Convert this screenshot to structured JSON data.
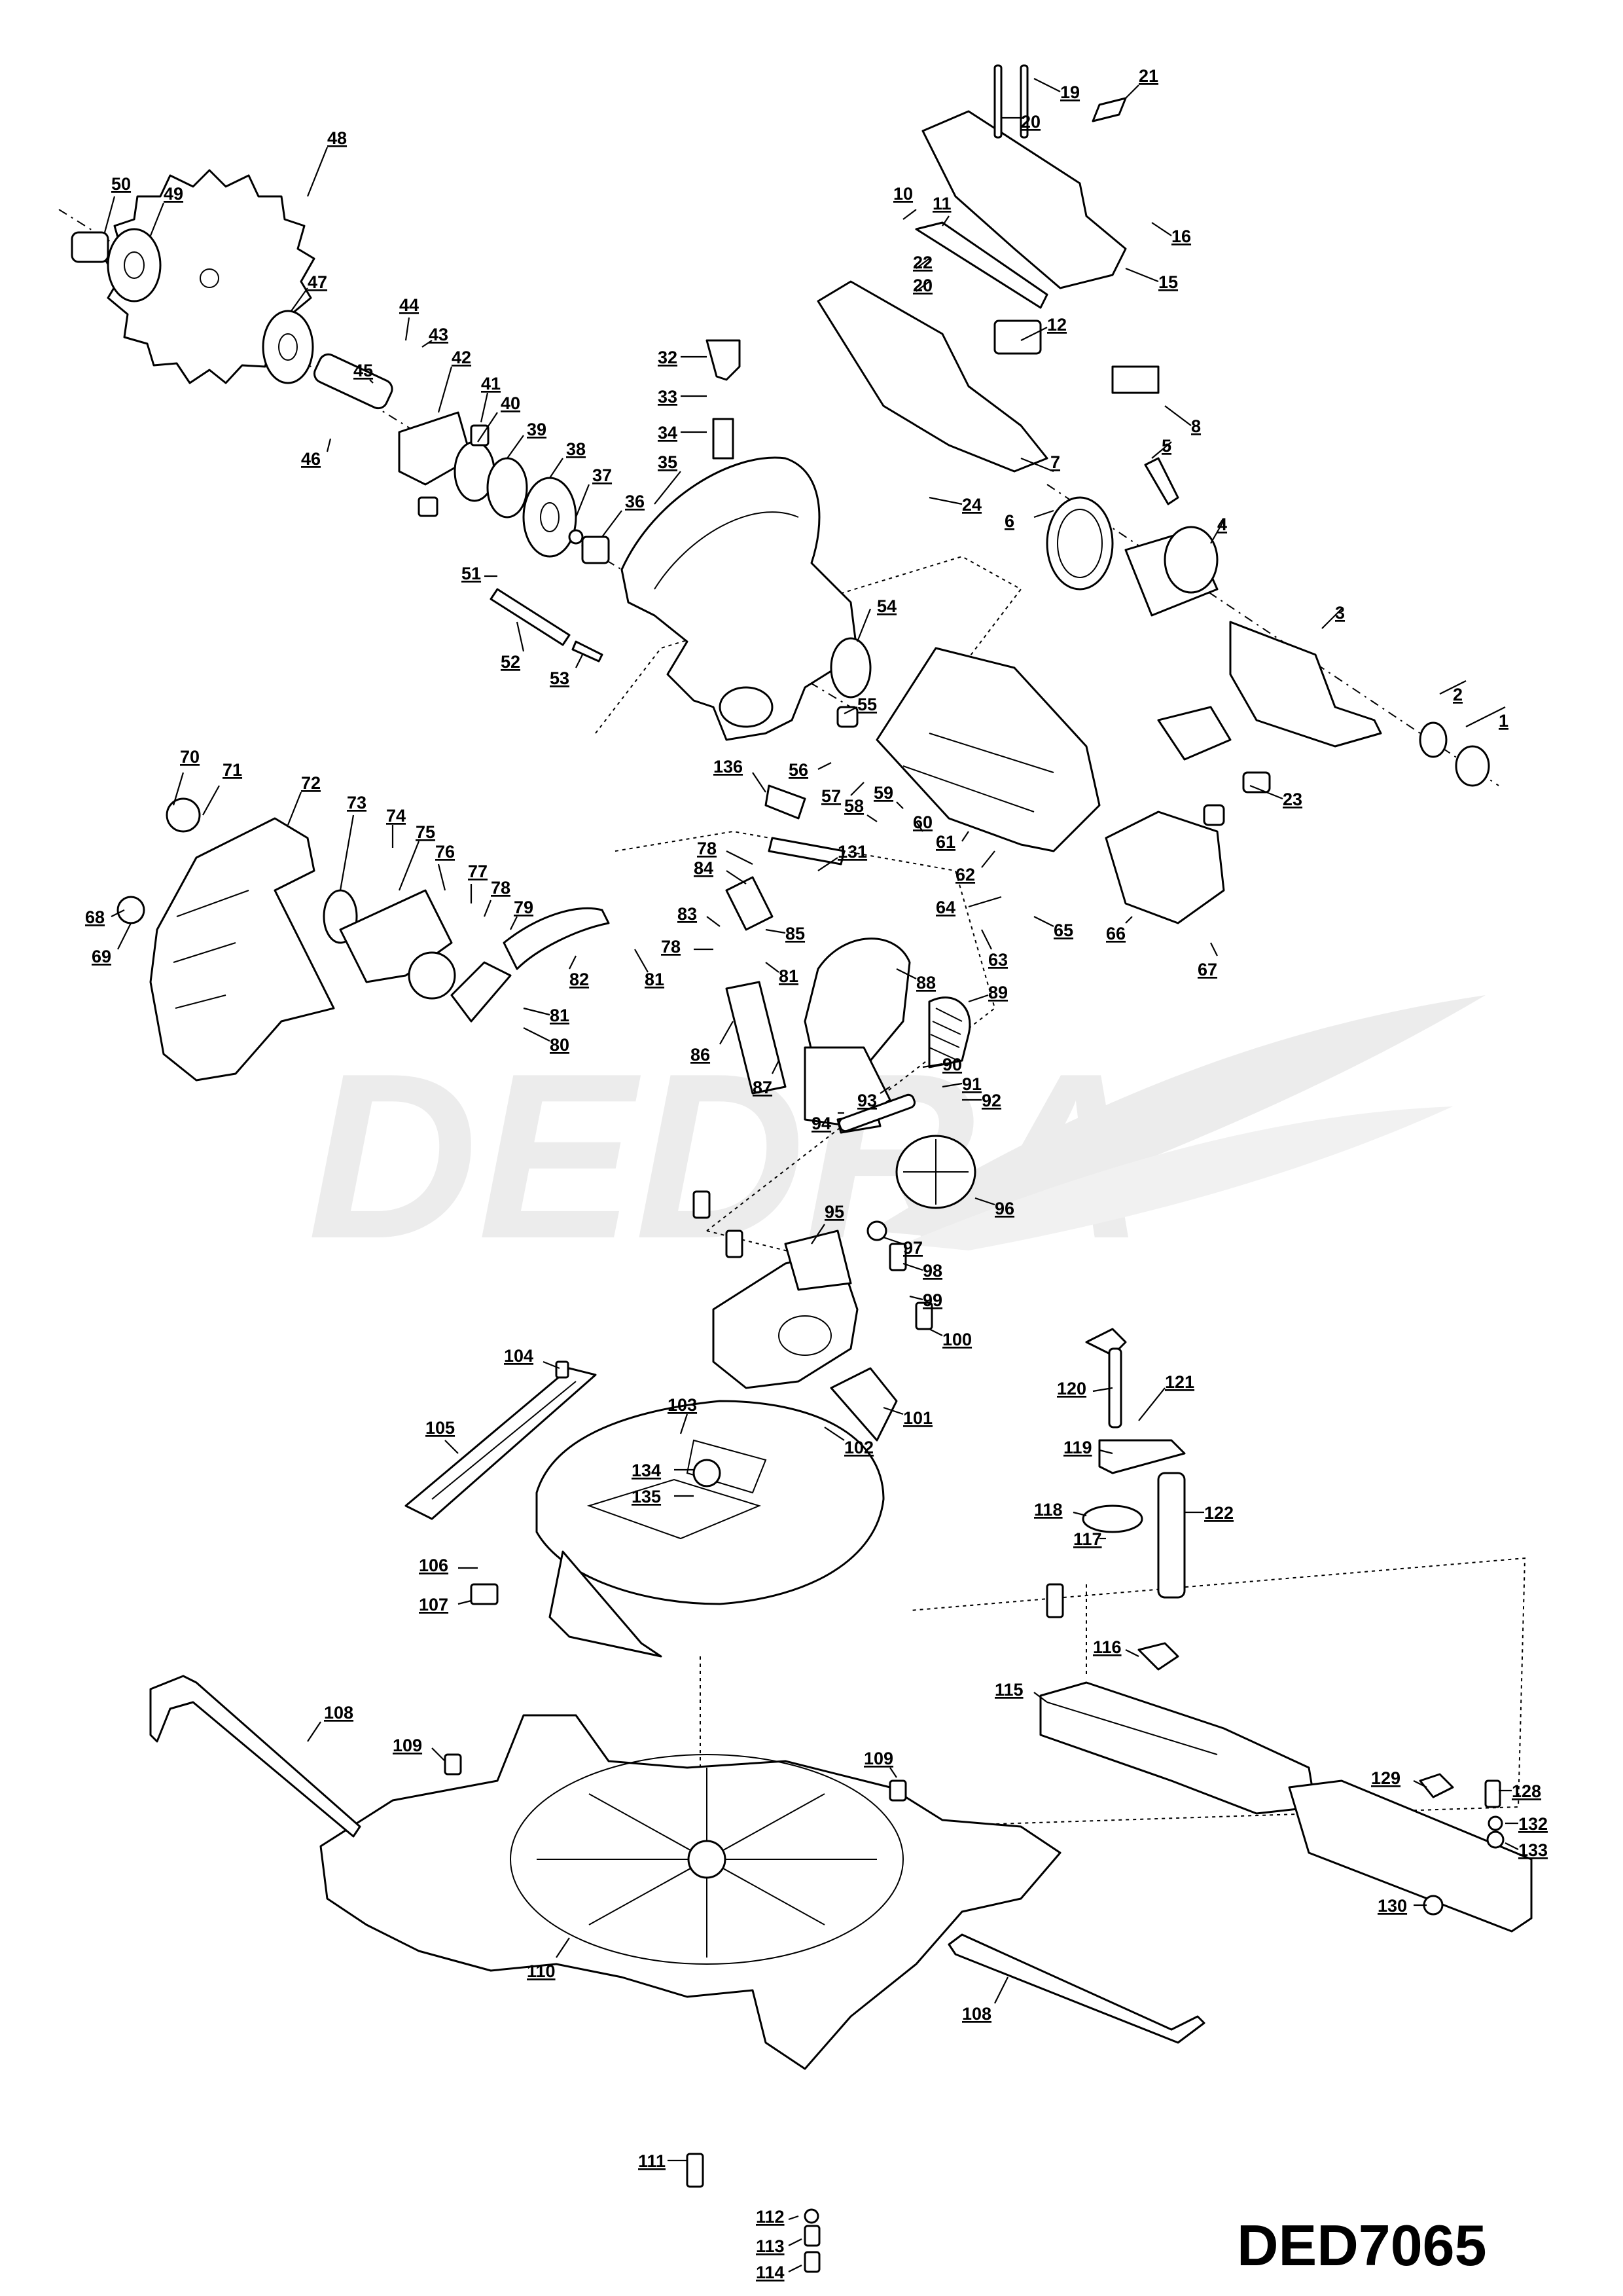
{
  "watermark": "DEDRA",
  "model": "DED7065",
  "part_labels": [
    "1",
    "2",
    "3",
    "4",
    "5",
    "6",
    "7",
    "8",
    "10",
    "11",
    "12",
    "15",
    "16",
    "19",
    "20",
    "20",
    "21",
    "22",
    "23",
    "24",
    "32",
    "33",
    "34",
    "35",
    "36",
    "37",
    "38",
    "39",
    "40",
    "41",
    "42",
    "43",
    "44",
    "45",
    "46",
    "47",
    "48",
    "49",
    "50",
    "51",
    "52",
    "53",
    "54",
    "55",
    "56",
    "57",
    "58",
    "59",
    "60",
    "61",
    "62",
    "63",
    "64",
    "65",
    "66",
    "67",
    "68",
    "69",
    "70",
    "71",
    "72",
    "73",
    "74",
    "75",
    "76",
    "77",
    "78",
    "78",
    "78",
    "79",
    "80",
    "81",
    "81",
    "81",
    "82",
    "83",
    "84",
    "85",
    "86",
    "87",
    "88",
    "89",
    "90",
    "91",
    "92",
    "93",
    "94",
    "95",
    "96",
    "97",
    "98",
    "99",
    "100",
    "101",
    "102",
    "103",
    "104",
    "105",
    "106",
    "107",
    "108",
    "108",
    "109",
    "109",
    "110",
    "111",
    "112",
    "113",
    "114",
    "115",
    "116",
    "117",
    "118",
    "119",
    "120",
    "121",
    "122",
    "128",
    "129",
    "130",
    "131",
    "132",
    "133",
    "134",
    "135",
    "136"
  ]
}
